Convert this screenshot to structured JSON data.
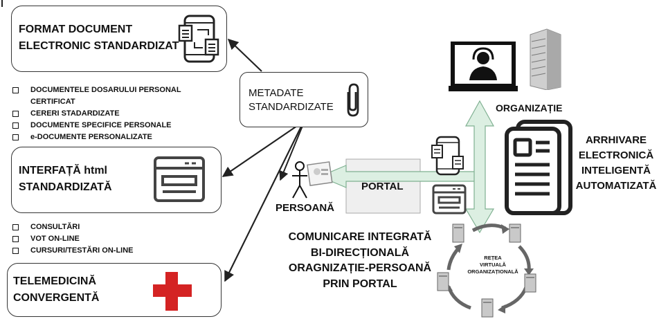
{
  "boxes": {
    "format_document": {
      "line1": "FORMAT DOCUMENT",
      "line2": "ELECTRONIC STANDARDIZAT"
    },
    "interfata": {
      "line1": "INTERFAȚĂ html",
      "line2": "STANDARDIZATĂ"
    },
    "telemedicina": {
      "line1": "TELEMEDICINĂ",
      "line2": "CONVERGENTĂ"
    },
    "metadate": {
      "line1": "METADATE",
      "line2": "STANDARDIZATE"
    },
    "portal": {
      "label": "PORTAL"
    }
  },
  "document_list": [
    {
      "text": "DOCUMENTELE DOSARULUI PERSONAL",
      "cont": "CERTIFICAT"
    },
    {
      "text": "CERERI STADARDIZATE"
    },
    {
      "text": "DOCUMENTE SPECIFICE PERSONALE"
    },
    {
      "text": "e-DOCUMENTE PERSONALIZATE"
    }
  ],
  "service_list": [
    {
      "text": "CONSULTĂRI"
    },
    {
      "text": "VOT ON-LINE"
    },
    {
      "text": "CURSURI/TESTĂRI ON-LINE"
    }
  ],
  "labels": {
    "persoana": "PERSOANĂ",
    "organizatie": "ORGANIZAȚIE",
    "arhivare": [
      "ARRHIVARE",
      "ELECTRONICĂ",
      "INTELIGENTĂ",
      "AUTOMATIZATĂ"
    ],
    "comunicare": [
      "COMUNICARE INTEGRATĂ",
      "BI-DIRECȚIONALĂ",
      "ORAGNIZAȚIE-PERSOANĂ",
      "PRIN PORTAL"
    ],
    "retea": [
      "REȚEA",
      "VIRTUALĂ",
      "ORGANIZAȚIONALĂ"
    ]
  },
  "colors": {
    "arrow_fill": "#dcefe2",
    "arrow_stroke": "#7fb091",
    "red_cross": "#d42323",
    "portal_box": "#efefef"
  }
}
